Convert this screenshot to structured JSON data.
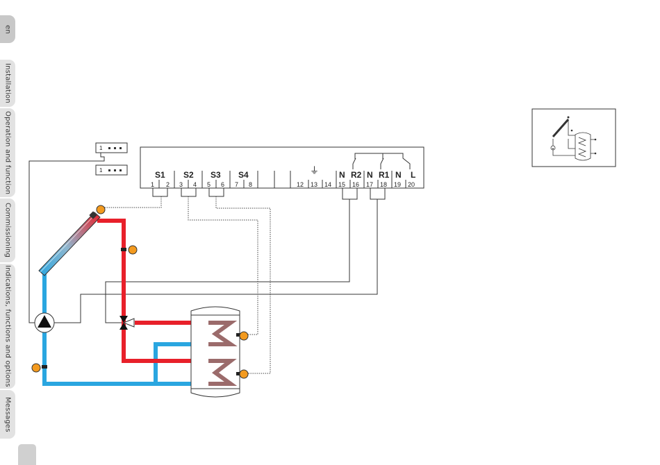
{
  "sidebar": {
    "tabs": [
      {
        "label": "en"
      },
      {
        "label": "Installation"
      },
      {
        "label": "Operation and function"
      },
      {
        "label": "Commissioning"
      },
      {
        "label": "Indications, functions and options"
      },
      {
        "label": "Messages"
      }
    ]
  },
  "connectors": {
    "plug_top": "1",
    "plug_bottom": "1"
  },
  "terminal_block": {
    "sensor_labels": [
      "S1",
      "S2",
      "S3",
      "S4"
    ],
    "terminal_numbers": [
      "1",
      "2",
      "3",
      "4",
      "5",
      "6",
      "7",
      "8",
      "12",
      "13",
      "14",
      "15",
      "16",
      "17",
      "18",
      "19",
      "20"
    ],
    "relay_labels": [
      "N",
      "R2",
      "N",
      "R1",
      "N",
      "L"
    ],
    "ground_symbol": "⏚"
  },
  "colors": {
    "hot_pipe": "#e8202a",
    "cold_pipe": "#2aa6e0",
    "sensor": "#f39a1f",
    "coil": "#9b6b6b"
  }
}
